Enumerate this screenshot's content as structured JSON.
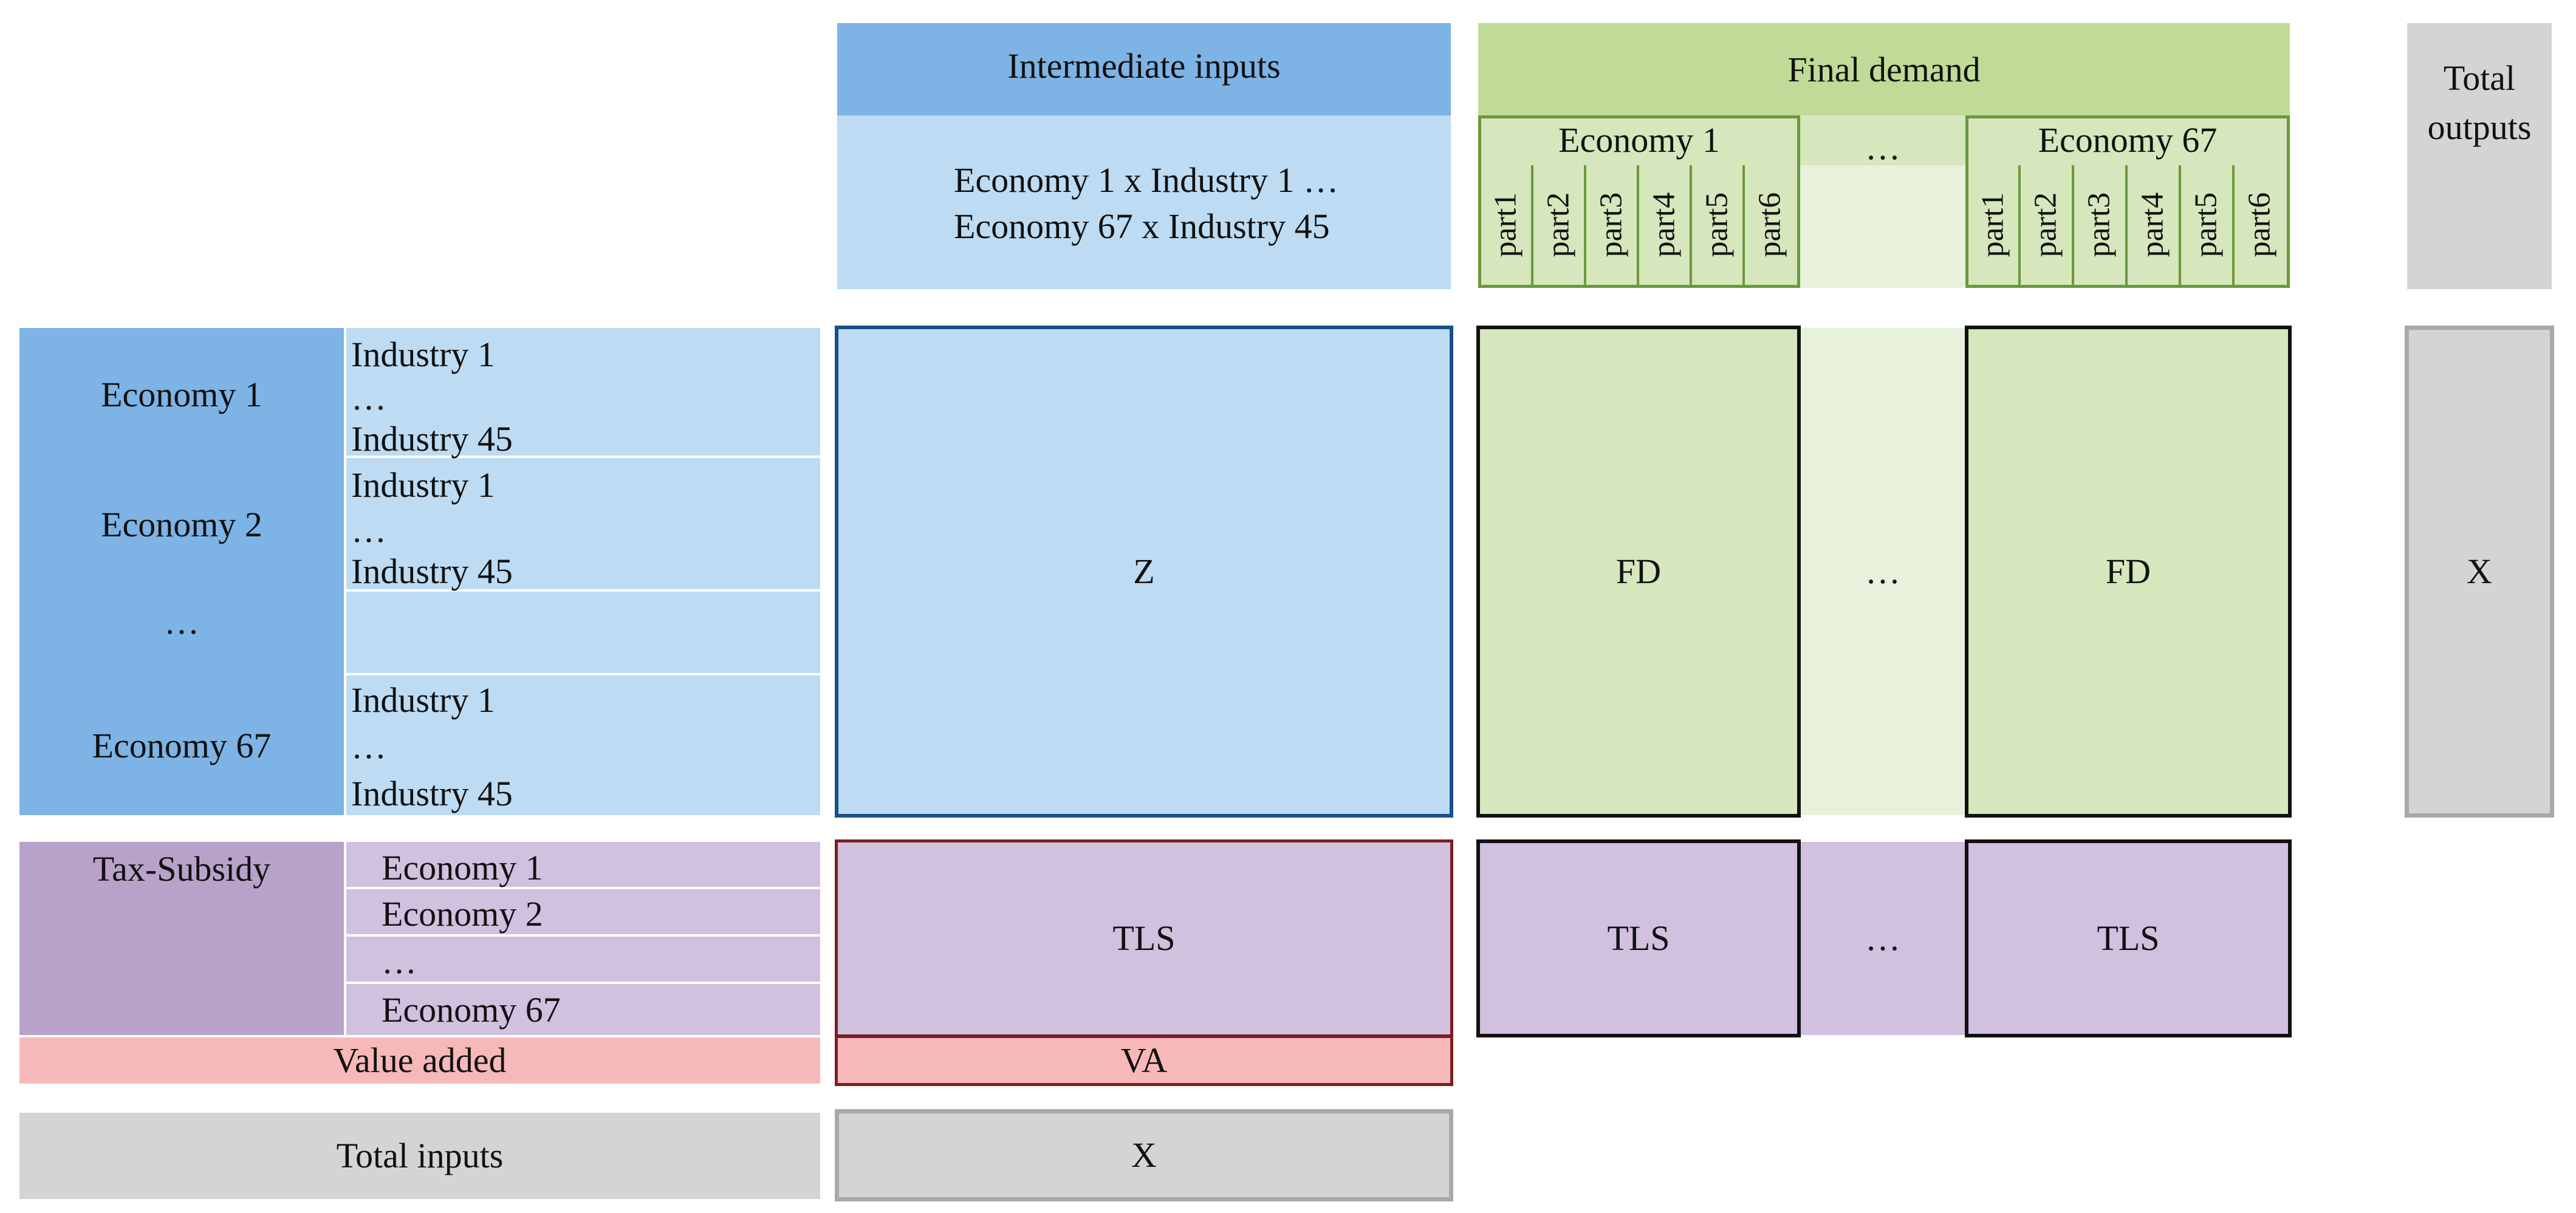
{
  "colors": {
    "blue_dark": "#7db3e5",
    "blue_light": "#bddbf3",
    "blue_border": "#1a4f86",
    "green_dark": "#c0db98",
    "green_light": "#d6e6bd",
    "green_border": "#6a9a3a",
    "purple_dark": "#b9a2c9",
    "purple_light": "#d1c0de",
    "tls_border": "#7a1f22",
    "pink": "#f7b8b9",
    "grey": "#d4d4d4",
    "grey_border": "#a8a8a8"
  },
  "header": {
    "intermediate_inputs": "Intermediate inputs",
    "intermediate_line1": "Economy 1 x Industry 1   …",
    "intermediate_line2": "Economy 67 x Industry 45",
    "final_demand": "Final demand",
    "fd_economy_first": "Economy 1",
    "fd_ellipsis": "…",
    "fd_economy_last": "Economy 67",
    "parts": [
      "part1",
      "part2",
      "part3",
      "part4",
      "part5",
      "part6"
    ],
    "total_outputs": "Total outputs"
  },
  "rows": {
    "economies": [
      {
        "label": "Economy 1",
        "industries": [
          "Industry 1",
          "…",
          "Industry 45"
        ]
      },
      {
        "label": "Economy 2",
        "industries": [
          "Industry 1",
          "…",
          "Industry 45"
        ]
      },
      {
        "label": "…",
        "industries": []
      },
      {
        "label": "Economy 67",
        "industries": [
          "Industry 1",
          "…",
          "Industry 45"
        ]
      }
    ],
    "tax_subsidy": "Tax-Subsidy",
    "tax_economies": [
      "Economy 1",
      "Economy 2",
      "…",
      "Economy 67"
    ],
    "value_added": "Value added",
    "total_inputs": "Total inputs"
  },
  "cells": {
    "z": "Z",
    "fd_first": "FD",
    "fd_ellipsis": "…",
    "fd_last": "FD",
    "x_outputs": "X",
    "tls_intermediate": "TLS",
    "tls_fd_first": "TLS",
    "tls_ellipsis": "…",
    "tls_fd_last": "TLS",
    "va": "VA",
    "x_inputs": "X"
  }
}
